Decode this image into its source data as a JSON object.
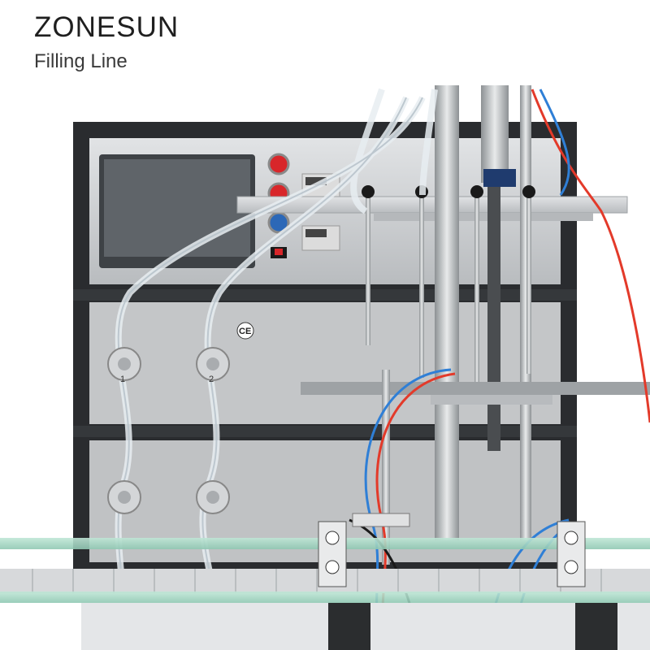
{
  "header": {
    "brand": "ZONESUN",
    "subtitle": "Filling Line"
  },
  "machine": {
    "certification_mark": "CE",
    "pump_labels": [
      "1",
      "2"
    ]
  },
  "colors": {
    "frame": "#2a2c2f",
    "panel": "#c9cbcd",
    "screen": "#5f6469",
    "button_red": "#d8262a",
    "button_blue": "#2c68b7",
    "tube_red": "#e33a2a",
    "tube_blue": "#2f7fd6"
  }
}
